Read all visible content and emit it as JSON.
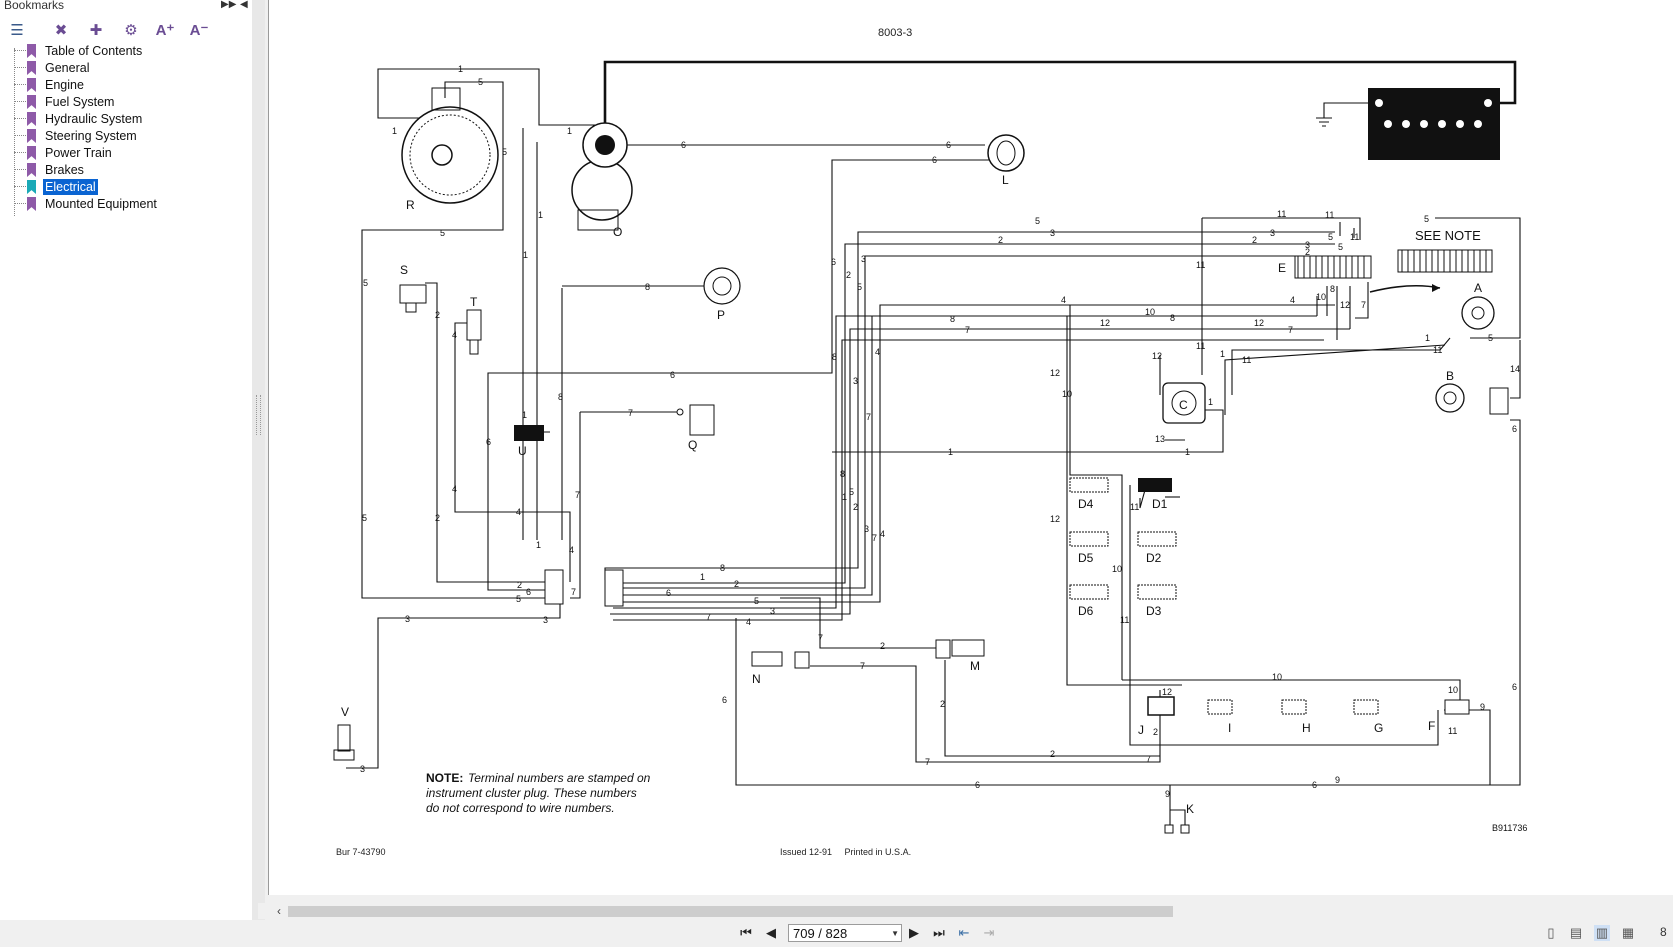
{
  "sidebar": {
    "title": "Bookmarks",
    "collapse_icon": "double-arrow-icon",
    "close_icon": "close-icon",
    "toolbar": [
      {
        "name": "expand-all-icon",
        "glyph": "☰"
      },
      {
        "name": "delete-bookmark-icon",
        "glyph": "✖"
      },
      {
        "name": "add-bookmark-icon",
        "glyph": "✚"
      },
      {
        "name": "bookmark-properties-icon",
        "glyph": "⚙"
      },
      {
        "name": "increase-text-size-icon",
        "glyph": "A⁺"
      },
      {
        "name": "decrease-text-size-icon",
        "glyph": "A⁻"
      }
    ],
    "bookmarks": [
      {
        "label": "Table of Contents"
      },
      {
        "label": "General"
      },
      {
        "label": "Engine"
      },
      {
        "label": "Fuel System"
      },
      {
        "label": "Hydraulic System"
      },
      {
        "label": "Steering System"
      },
      {
        "label": "Power Train"
      },
      {
        "label": "Brakes"
      },
      {
        "label": "Electrical",
        "selected": true
      },
      {
        "label": "Mounted Equipment"
      }
    ]
  },
  "document": {
    "page_header": "8003-3",
    "see_note": "SEE NOTE",
    "note_lead": "NOTE:",
    "note_line1": "Terminal numbers are stamped on",
    "note_line2": "instrument cluster plug. These numbers",
    "note_line3": "do not correspond to wire numbers.",
    "figure_id": "B911736",
    "footer_left": "Bur 7-43790",
    "footer_center": "Issued 12-91     Printed in U.S.A.",
    "components": {
      "R": "R",
      "O": "O",
      "L": "L",
      "P": "P",
      "S": "S",
      "T": "T",
      "Q": "Q",
      "U": "U",
      "E": "E",
      "A": "A",
      "B": "B",
      "C": "C",
      "D1": "D1",
      "D2": "D2",
      "D3": "D3",
      "D4": "D4",
      "D5": "D5",
      "D6": "D6",
      "N": "N",
      "M": "M",
      "J": "J",
      "I": "I",
      "H": "H",
      "G": "G",
      "F": "F",
      "K": "K",
      "V": "V"
    }
  },
  "navigation": {
    "page_display": "709 / 828",
    "current_page": 709,
    "total_pages": 828,
    "zoom_partial": "8"
  },
  "scrollbar": {
    "left_arrow": "‹"
  }
}
